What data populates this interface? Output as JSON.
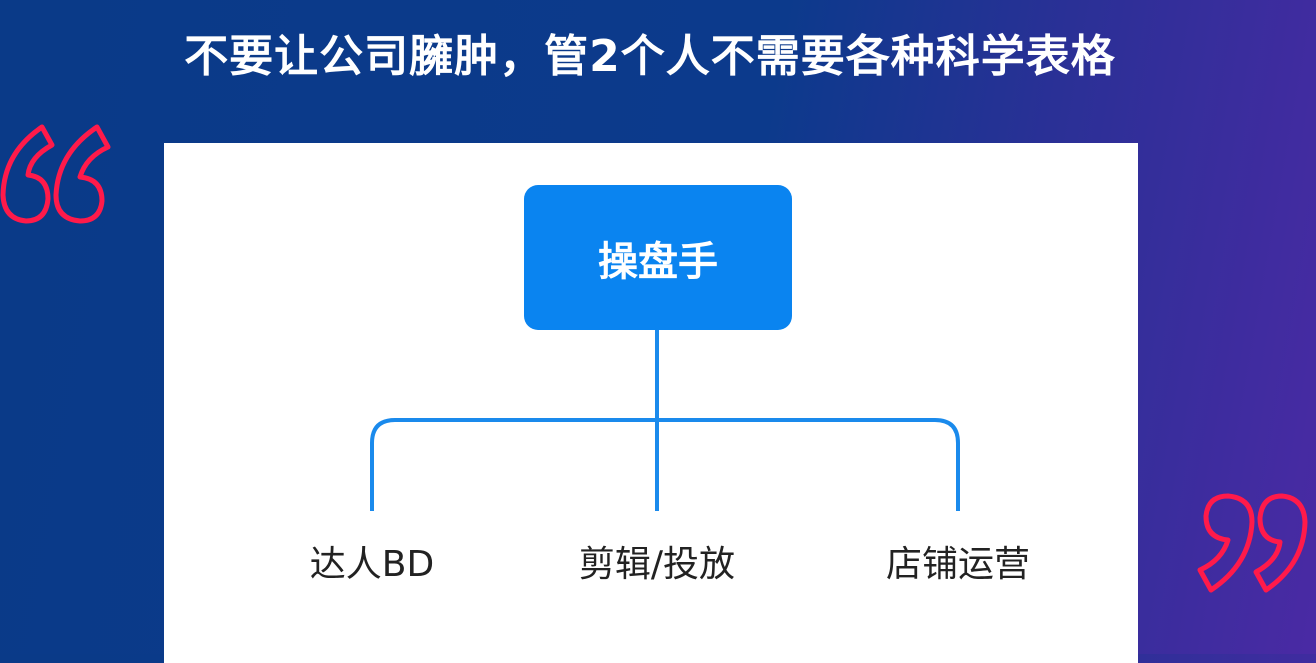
{
  "title": "不要让公司臃肿，管2个人不需要各种科学表格",
  "diagram": {
    "root": "操盘手",
    "children": [
      "达人BD",
      "剪辑/投放",
      "店铺运营"
    ]
  },
  "colors": {
    "accent": "#0a84f0",
    "quote": "#ff1a4a",
    "background": "#0a3a88"
  }
}
